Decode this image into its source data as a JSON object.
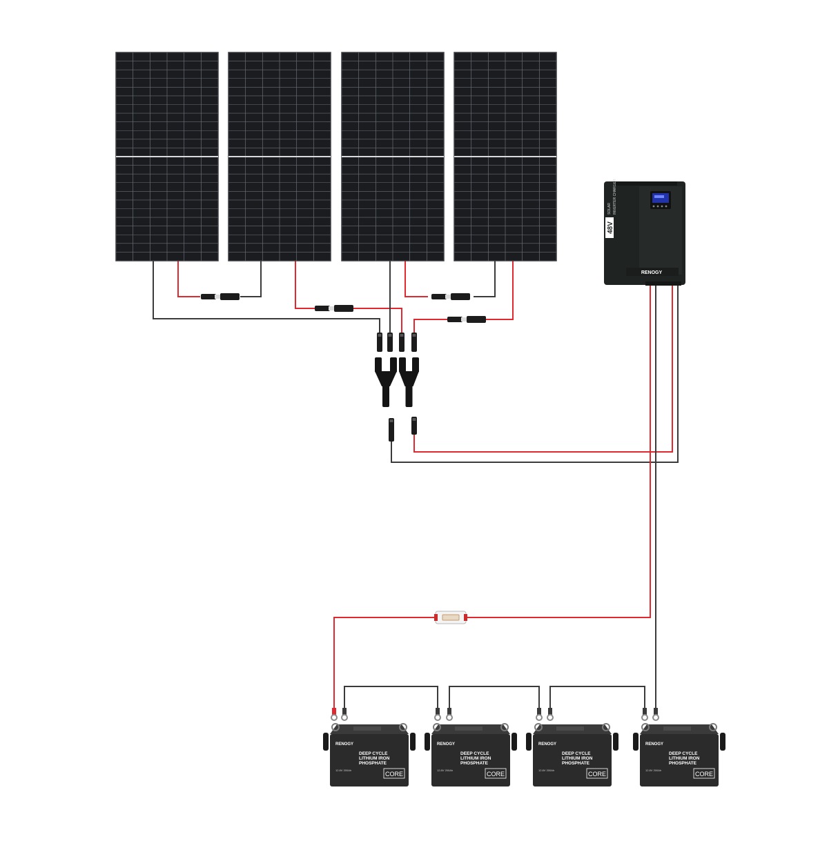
{
  "colors": {
    "background": "#ffffff",
    "panel_fill": "#1a1c20",
    "panel_grid": "#6a6e75",
    "panel_frame": "#3a3d42",
    "wire_positive": "#e0282e",
    "wire_negative": "#3a3a3a",
    "inverter_body": "#1f2322",
    "inverter_screen": "#2233aa",
    "battery_body": "#2b2b2b"
  },
  "solar_panels": [
    {
      "id": "panel-1"
    },
    {
      "id": "panel-2"
    },
    {
      "id": "panel-3"
    },
    {
      "id": "panel-4"
    }
  ],
  "inverter": {
    "voltage_badge": "48V",
    "product_line1": "SOLAR",
    "product_line2": "INVERTER CHARGER",
    "brand": "RENOGY"
  },
  "batteries": [
    {
      "brand": "RENOGY",
      "line1": "DEEP CYCLE",
      "line2": "LITHIUM IRON",
      "line3": "PHOSPHATE",
      "spec": "12.8V 200Ah",
      "series": "CORE"
    },
    {
      "brand": "RENOGY",
      "line1": "DEEP CYCLE",
      "line2": "LITHIUM IRON",
      "line3": "PHOSPHATE",
      "spec": "12.8V 200Ah",
      "series": "CORE"
    },
    {
      "brand": "RENOGY",
      "line1": "DEEP CYCLE",
      "line2": "LITHIUM IRON",
      "line3": "PHOSPHATE",
      "spec": "12.8V 200Ah",
      "series": "CORE"
    },
    {
      "brand": "RENOGY",
      "line1": "DEEP CYCLE",
      "line2": "LITHIUM IRON",
      "line3": "PHOSPHATE",
      "spec": "12.8V 200Ah",
      "series": "CORE"
    }
  ],
  "components": {
    "fuse": "inline-fuse",
    "branch_connectors": "mc4-y-branch"
  }
}
